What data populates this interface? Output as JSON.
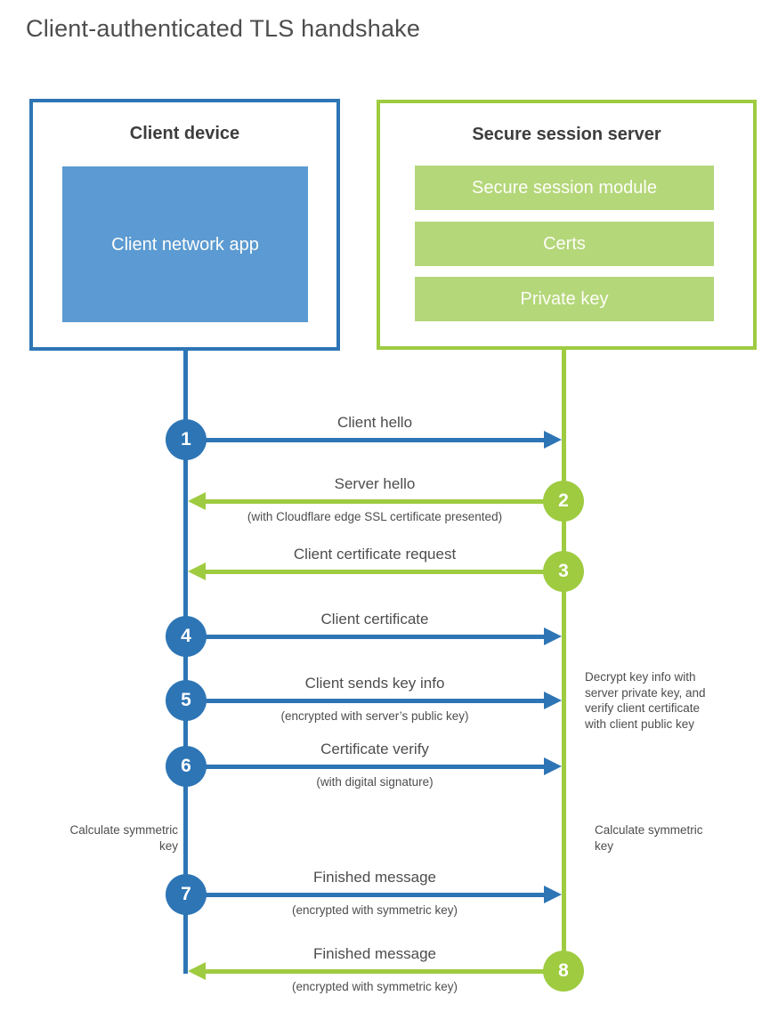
{
  "title": "Client-authenticated TLS handshake",
  "client": {
    "title": "Client device",
    "app": "Client network app"
  },
  "server": {
    "title": "Secure session server",
    "modules": [
      "Secure session module",
      "Certs",
      "Private key"
    ]
  },
  "steps": [
    {
      "num": "1",
      "label": "Client hello",
      "sub": "",
      "direction": "right",
      "from": "client",
      "to": "server"
    },
    {
      "num": "2",
      "label": "Server hello",
      "sub": "(with Cloudflare edge SSL certificate presented)",
      "direction": "left",
      "from": "server",
      "to": "client"
    },
    {
      "num": "3",
      "label": "Client certificate request",
      "sub": "",
      "direction": "left",
      "from": "server",
      "to": "client"
    },
    {
      "num": "4",
      "label": "Client certificate",
      "sub": "",
      "direction": "right",
      "from": "client",
      "to": "server"
    },
    {
      "num": "5",
      "label": "Client sends key info",
      "sub": "(encrypted with server’s public key)",
      "direction": "right",
      "from": "client",
      "to": "server"
    },
    {
      "num": "6",
      "label": "Certificate verify",
      "sub": "(with digital signature)",
      "direction": "right",
      "from": "client",
      "to": "server"
    },
    {
      "num": "7",
      "label": "Finished message",
      "sub": "(encrypted with symmetric key)",
      "direction": "right",
      "from": "client",
      "to": "server"
    },
    {
      "num": "8",
      "label": "Finished message",
      "sub": "(encrypted with symmetric key)",
      "direction": "left",
      "from": "server",
      "to": "client"
    }
  ],
  "notes": {
    "decrypt": "Decrypt key info with server private key, and verify client certificate with client public key",
    "calc_left": "Calculate symmetric key",
    "calc_right": "Calculate symmetric key"
  },
  "colors": {
    "blue": "#2d75b5",
    "blue_fill": "#5b9ad2",
    "green": "#9ecb40",
    "green_fill": "#b4d779",
    "text": "#4d4d4d"
  }
}
